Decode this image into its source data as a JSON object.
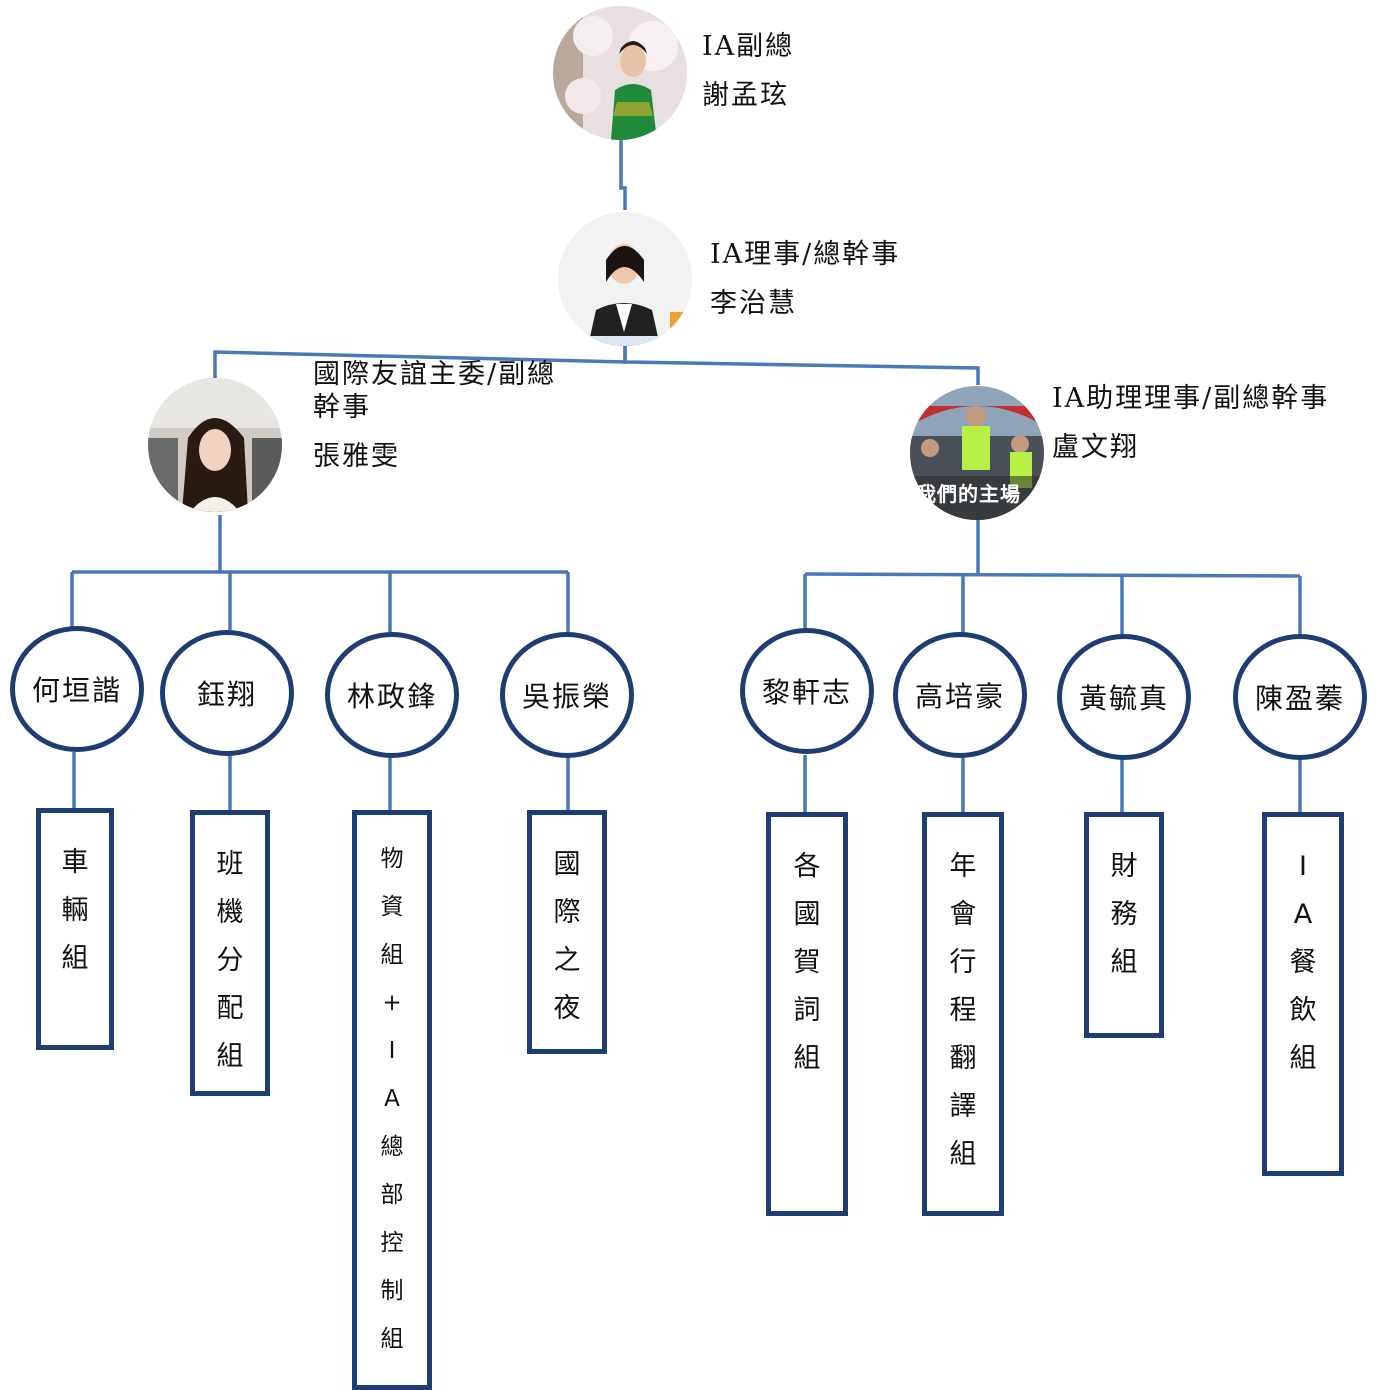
{
  "top": {
    "role": "IA副總",
    "name": "謝孟玹"
  },
  "second": {
    "role": "IA理事/總幹事",
    "name": "李治慧"
  },
  "left_head": {
    "role_line1": "國際友誼主委/副總",
    "role_line2": "幹事",
    "name": "張雅雯"
  },
  "right_head": {
    "role": "IA助理理事/副總幹事",
    "name": "盧文翔"
  },
  "photo_captions": {
    "right": "我們的主場"
  },
  "members": [
    {
      "name": "何垣諧",
      "group": [
        "車",
        "輛",
        "組"
      ]
    },
    {
      "name": "鈺翔",
      "group": [
        "班",
        "機",
        "分",
        "配",
        "組"
      ]
    },
    {
      "name": "林政鋒",
      "group": [
        "物",
        "資",
        "組",
        "+",
        "I",
        "A",
        "總",
        "部",
        "控",
        "制",
        "組"
      ]
    },
    {
      "name": "吳振榮",
      "group": [
        "國",
        "際",
        "之",
        "夜"
      ]
    },
    {
      "name": "黎軒志",
      "group": [
        "各",
        "國",
        "賀",
        "詞",
        "組"
      ]
    },
    {
      "name": "高培豪",
      "group": [
        "年",
        "會",
        "行",
        "程",
        "翻",
        "譯",
        "組"
      ]
    },
    {
      "name": "黃毓真",
      "group": [
        "財",
        "務",
        "組"
      ]
    },
    {
      "name": "陳盈蓁",
      "group": [
        "I",
        "A",
        "餐",
        "飲",
        "組"
      ]
    }
  ],
  "colors": {
    "line": "#4a78b8",
    "border": "#1f3d73"
  }
}
